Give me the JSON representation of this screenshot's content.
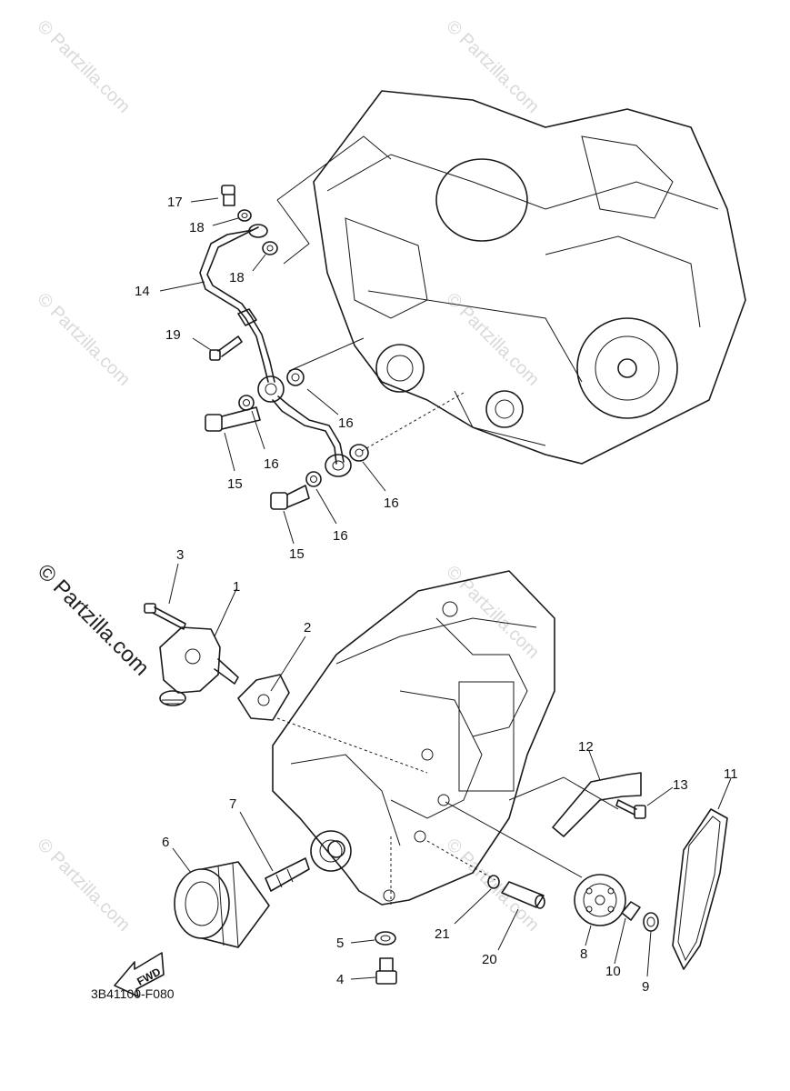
{
  "diagram_code": "3B41100-F080",
  "watermark": "© Partzilla.com",
  "fwd_label": "FWD",
  "callouts": [
    "1",
    "2",
    "3",
    "4",
    "5",
    "6",
    "7",
    "8",
    "9",
    "10",
    "11",
    "12",
    "13",
    "14",
    "15",
    "15",
    "16",
    "16",
    "16",
    "16",
    "17",
    "18",
    "18",
    "19",
    "20",
    "21"
  ]
}
